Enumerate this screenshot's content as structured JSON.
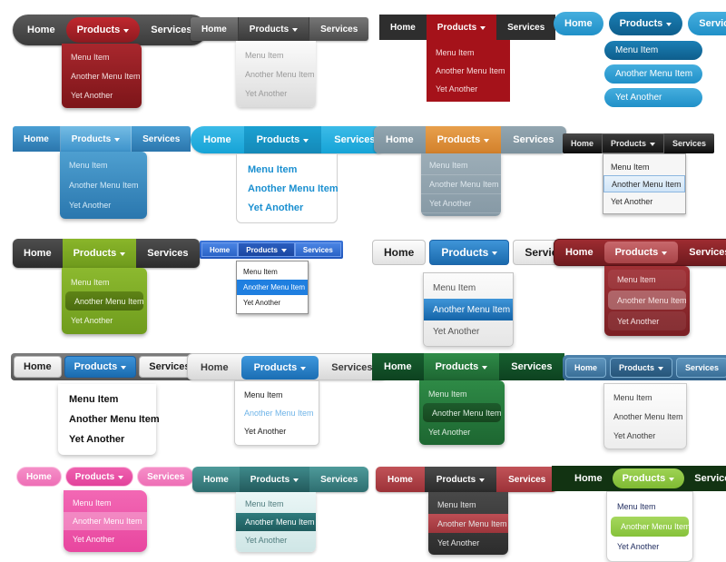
{
  "labels": {
    "home": "Home",
    "products": "Products",
    "services": "Services",
    "menu_item": "Menu Item",
    "another_menu_item": "Another Menu Item",
    "yet_another": "Yet Another"
  },
  "icons": {
    "caret": "caret-down-icon"
  },
  "menus": [
    {
      "id": "dark-pill-crimson",
      "style": "rounded dark pill bar with crimson active tab and crimson dropdown",
      "tabs": [
        "Home",
        "Products",
        "Services"
      ],
      "active_tab": "Products",
      "items": [
        "Menu Item",
        "Another Menu Item",
        "Yet Another"
      ],
      "highlighted_item": null,
      "colors": {
        "bar": "#4a4a4a",
        "active": "#a5232a",
        "dropdown": "#932025",
        "text": "#ffffff"
      }
    },
    {
      "id": "grey-flat-light",
      "style": "flat grey bar with light grey gradient dropdown",
      "tabs": [
        "Home",
        "Products",
        "Services"
      ],
      "active_tab": "Products",
      "items": [
        "Menu Item",
        "Another Menu Item",
        "Yet Another"
      ],
      "highlighted_item": null,
      "colors": {
        "bar": "#5f5f5f",
        "active": "#4a4a4a",
        "dropdown": "#eeeeee",
        "text": "#ffffff"
      }
    },
    {
      "id": "black-deep-red",
      "style": "near-black square bar with deep red active tab and dropdown",
      "tabs": [
        "Home",
        "Products",
        "Services"
      ],
      "active_tab": "Products",
      "items": [
        "Menu Item",
        "Another Menu Item",
        "Yet Another"
      ],
      "highlighted_item": null,
      "colors": {
        "bar": "#2e2e2e",
        "active": "#a5121a",
        "dropdown": "#a5121a",
        "text": "#ffffff"
      }
    },
    {
      "id": "blue-pills",
      "style": "separated blue rounded pill buttons, dropdown items are pills too",
      "tabs": [
        "Home",
        "Products",
        "Services"
      ],
      "active_tab": "Products",
      "items": [
        "Menu Item",
        "Another Menu Item",
        "Yet Another"
      ],
      "highlighted_item": "Menu Item",
      "colors": {
        "bar": "#2f9fd0",
        "active": "#12628f",
        "dropdown": "#2f9fd0",
        "text": "#ffffff"
      }
    },
    {
      "id": "blue-flat",
      "style": "flat blue bar with lighter blue active tab and blue dropdown",
      "tabs": [
        "Home",
        "Products",
        "Services"
      ],
      "active_tab": "Products",
      "items": [
        "Menu Item",
        "Another Menu Item",
        "Yet Another"
      ],
      "highlighted_item": null,
      "colors": {
        "bar": "#3a8cc4",
        "active": "#5aa8d9",
        "dropdown": "#3c8bc2",
        "text": "#ffffff"
      }
    },
    {
      "id": "cyan-pill-white",
      "style": "cyan pill bar with white dropdown and bold blue item text",
      "tabs": [
        "Home",
        "Products",
        "Services"
      ],
      "active_tab": "Products",
      "items": [
        "Menu Item",
        "Another Menu Item",
        "Yet Another"
      ],
      "highlighted_item": null,
      "colors": {
        "bar": "#23aedd",
        "active": "#1793c4",
        "dropdown": "#ffffff",
        "text": "#1a8fd0"
      }
    },
    {
      "id": "slate-orange",
      "style": "slate grey-blue bar with orange active tab and slate dropdown",
      "tabs": [
        "Home",
        "Products",
        "Services"
      ],
      "active_tab": "Products",
      "items": [
        "Menu Item",
        "Another Menu Item",
        "Yet Another"
      ],
      "highlighted_item": null,
      "colors": {
        "bar": "#869aa6",
        "active": "#de9038",
        "dropdown": "#93a5af",
        "text": "#ffffff"
      }
    },
    {
      "id": "black-glossy-windows",
      "style": "small glossy black bar with a Windows-style white menu and blue selected row",
      "tabs": [
        "Home",
        "Products",
        "Services"
      ],
      "active_tab": "Products",
      "items": [
        "Menu Item",
        "Another Menu Item",
        "Yet Another"
      ],
      "highlighted_item": "Another Menu Item",
      "colors": {
        "bar": "#1b1b1b",
        "active": "#272727",
        "dropdown": "#f6f6f6",
        "text": "#2b2b2b"
      }
    },
    {
      "id": "dark-olive-green",
      "style": "dark rounded bar with olive green active tab and green dropdown",
      "tabs": [
        "Home",
        "Products",
        "Services"
      ],
      "active_tab": "Products",
      "items": [
        "Menu Item",
        "Another Menu Item",
        "Yet Another"
      ],
      "highlighted_item": "Another Menu Item",
      "colors": {
        "bar": "#3d3d3d",
        "active": "#7da826",
        "dropdown": "#7da826",
        "text": "#ffffff"
      }
    },
    {
      "id": "small-blue-classic",
      "style": "compact blue bar with classic white menu and blue selection",
      "tabs": [
        "Home",
        "Products",
        "Services"
      ],
      "active_tab": "Products",
      "items": [
        "Menu Item",
        "Another Menu Item",
        "Yet Another"
      ],
      "highlighted_item": "Another Menu Item",
      "colors": {
        "bar": "#2c65c8",
        "active": "#1f4fad",
        "dropdown": "#ffffff",
        "text": "#1a1a1a"
      }
    },
    {
      "id": "light-buttons-blue",
      "style": "separated light grey buttons with blue active tab and grey dropdown",
      "tabs": [
        "Home",
        "Products",
        "Services"
      ],
      "active_tab": "Products",
      "items": [
        "Menu Item",
        "Another Menu Item",
        "Yet Another"
      ],
      "highlighted_item": "Another Menu Item",
      "colors": {
        "bar": "#eeeeee",
        "active": "#2a7cc0",
        "dropdown": "#f0f0f0",
        "text": "#555555"
      }
    },
    {
      "id": "dark-red-bar",
      "style": "dark red rounded bar with pale red active tab and red dropdown",
      "tabs": [
        "Home",
        "Products",
        "Services"
      ],
      "active_tab": "Products",
      "items": [
        "Menu Item",
        "Another Menu Item",
        "Yet Another"
      ],
      "highlighted_item": "Another Menu Item",
      "colors": {
        "bar": "#842327",
        "active": "#b65559",
        "dropdown": "#8c282c",
        "text": "#ffffff"
      }
    },
    {
      "id": "grey-bar-white-menu",
      "style": "grey bar holding light buttons, blue active tab, bold black menu on white",
      "tabs": [
        "Home",
        "Products",
        "Services"
      ],
      "active_tab": "Products",
      "items": [
        "Menu Item",
        "Another Menu Item",
        "Yet Another"
      ],
      "highlighted_item": null,
      "colors": {
        "bar": "#686868",
        "active": "#2a7cc0",
        "dropdown": "#ffffff",
        "text": "#111111"
      }
    },
    {
      "id": "light-grey-pill",
      "style": "light grey pill bar, blue active tab, white dropdown with a light blue item",
      "tabs": [
        "Home",
        "Products",
        "Services"
      ],
      "active_tab": "Products",
      "items": [
        "Menu Item",
        "Another Menu Item",
        "Yet Another"
      ],
      "highlighted_item": "Another Menu Item",
      "colors": {
        "bar": "#e6e6e6",
        "active": "#2c80c5",
        "dropdown": "#ffffff",
        "text": "#1d1d1d"
      }
    },
    {
      "id": "dark-green",
      "style": "dark green bar with medium green active tab and green dropdown",
      "tabs": [
        "Home",
        "Products",
        "Services"
      ],
      "active_tab": "Products",
      "items": [
        "Menu Item",
        "Another Menu Item",
        "Yet Another"
      ],
      "highlighted_item": "Another Menu Item",
      "colors": {
        "bar": "#125127",
        "active": "#26793c",
        "dropdown": "#26793c",
        "text": "#ffffff"
      }
    },
    {
      "id": "steel-blue",
      "style": "steel blue bar with inset buttons and off-white dropdown",
      "tabs": [
        "Home",
        "Products",
        "Services"
      ],
      "active_tab": "Products",
      "items": [
        "Menu Item",
        "Another Menu Item",
        "Yet Another"
      ],
      "highlighted_item": null,
      "colors": {
        "bar": "#3d719a",
        "active": "#2d5c80",
        "dropdown": "#f5f5f5",
        "text": "#3d3d3d"
      }
    },
    {
      "id": "pink-pills",
      "style": "pink rounded pill buttons with magenta dropdown",
      "tabs": [
        "Home",
        "Products",
        "Services"
      ],
      "active_tab": "Products",
      "items": [
        "Menu Item",
        "Another Menu Item",
        "Yet Another"
      ],
      "highlighted_item": "Another Menu Item",
      "colors": {
        "bar": "#f27fbf",
        "active": "#e8479f",
        "dropdown": "#ed57a8",
        "text": "#ffffff"
      }
    },
    {
      "id": "teal-mint",
      "style": "teal bar with pale mint dropdown and dark teal selected row",
      "tabs": [
        "Home",
        "Products",
        "Services"
      ],
      "active_tab": "Products",
      "items": [
        "Menu Item",
        "Another Menu Item",
        "Yet Another"
      ],
      "highlighted_item": "Another Menu Item",
      "colors": {
        "bar": "#3e8485",
        "active": "#2d6a6c",
        "dropdown": "#dcecec",
        "text": "#4f7c7e"
      }
    },
    {
      "id": "red-charcoal",
      "style": "red bar with charcoal active tab and charcoal dropdown, red selected row",
      "tabs": [
        "Home",
        "Products",
        "Services"
      ],
      "active_tab": "Products",
      "items": [
        "Menu Item",
        "Another Menu Item",
        "Yet Another"
      ],
      "highlighted_item": "Another Menu Item",
      "colors": {
        "bar": "#ad4148",
        "active": "#3a3a3a",
        "dropdown": "#3a3a3a",
        "text": "#e4e4e4"
      }
    },
    {
      "id": "darkgreen-lime",
      "style": "very dark green bar with lime pill active tab and white dropdown",
      "tabs": [
        "Home",
        "Products",
        "Services"
      ],
      "active_tab": "Products",
      "items": [
        "Menu Item",
        "Another Menu Item",
        "Yet Another"
      ],
      "highlighted_item": "Another Menu Item",
      "colors": {
        "bar": "#123312",
        "active": "#92cc45",
        "dropdown": "#ffffff",
        "text": "#1f2b5e"
      }
    }
  ]
}
